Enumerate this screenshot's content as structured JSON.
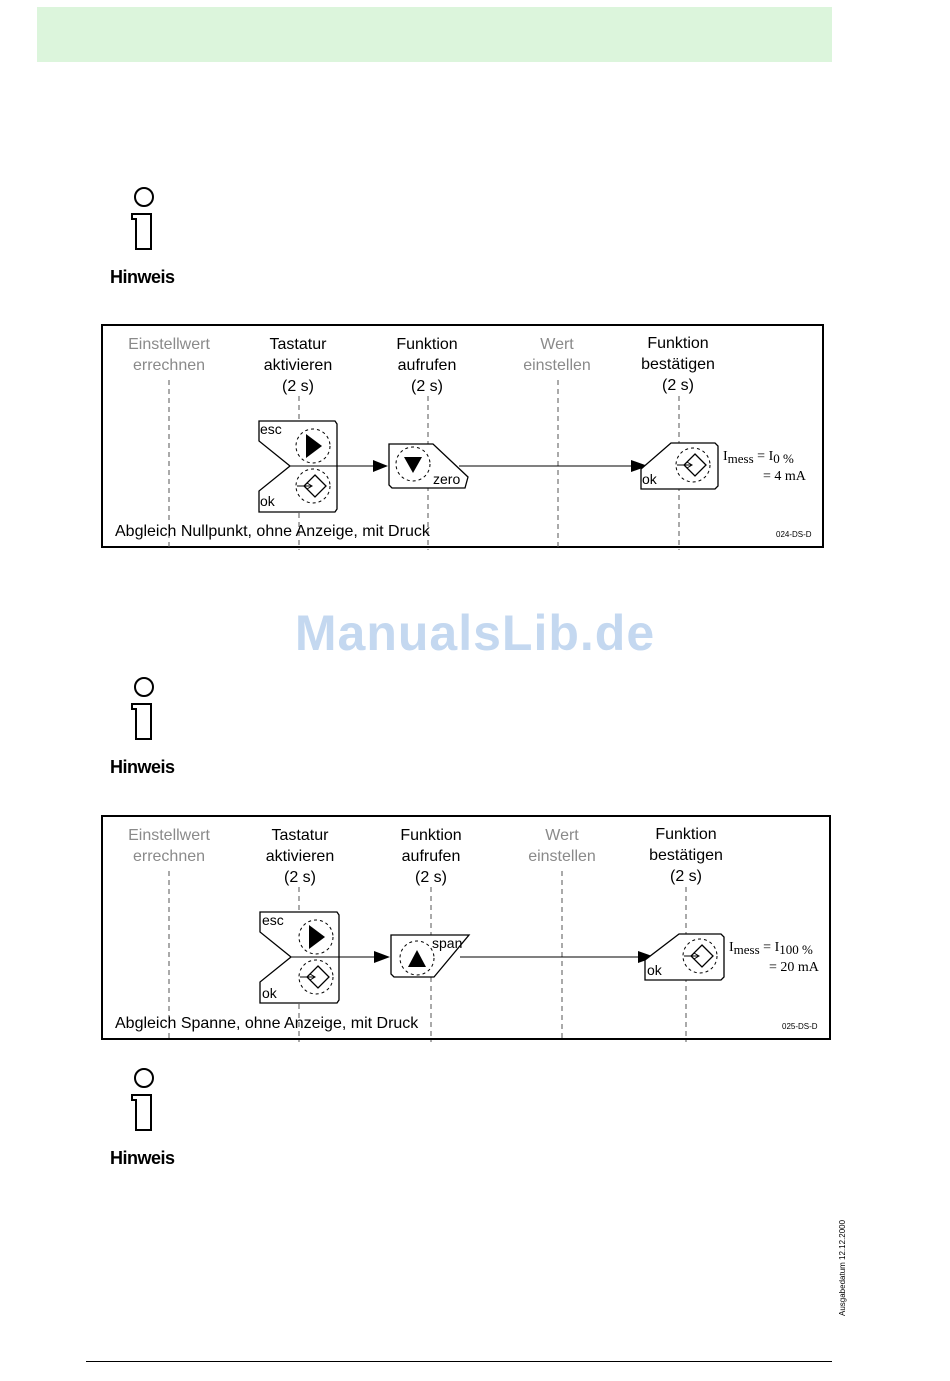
{
  "hinweis_label": "Hinweis",
  "diagram1": {
    "columns": [
      {
        "line1": "Einstellwert",
        "line2": "errechnen",
        "line3": ""
      },
      {
        "line1": "Tastatur",
        "line2": "aktivieren",
        "line3": "(2 s)"
      },
      {
        "line1": "Funktion",
        "line2": "aufrufen",
        "line3": "(2 s)"
      },
      {
        "line1": "Wert",
        "line2": "einstellen",
        "line3": ""
      },
      {
        "line1": "Funktion",
        "line2": "bestätigen",
        "line3": "(2 s)"
      }
    ],
    "key_esc": "esc",
    "key_ok": "ok",
    "key_function": "zero",
    "key_confirm": "ok",
    "formula_lhs": "I",
    "formula_lhs_sub": "mess",
    "formula_rhs": "= I",
    "formula_rhs_sub": "0 %",
    "formula_value": "= 4 mA",
    "caption": "Abgleich Nullpunkt, ohne Anzeige, mit Druck",
    "code": "024-DS-D"
  },
  "diagram2": {
    "columns": [
      {
        "line1": "Einstellwert",
        "line2": "errechnen",
        "line3": ""
      },
      {
        "line1": "Tastatur",
        "line2": "aktivieren",
        "line3": "(2 s)"
      },
      {
        "line1": "Funktion",
        "line2": "aufrufen",
        "line3": "(2 s)"
      },
      {
        "line1": "Wert",
        "line2": "einstellen",
        "line3": ""
      },
      {
        "line1": "Funktion",
        "line2": "bestätigen",
        "line3": "(2 s)"
      }
    ],
    "key_esc": "esc",
    "key_ok": "ok",
    "key_function": "span",
    "key_confirm": "ok",
    "formula_lhs": "I",
    "formula_lhs_sub": "mess",
    "formula_rhs": "= I",
    "formula_rhs_sub": "100 %",
    "formula_value": "= 20 mA",
    "caption": "Abgleich Spanne, ohne Anzeige, mit Druck",
    "code": "025-DS-D"
  },
  "watermark": "ManualsLib.de",
  "issue_date": "Ausgabedatum 12.12.2000",
  "colors": {
    "header_band": "#dcf5dc",
    "watermark": "#c4d8f0",
    "gray_label": "#8a8a8a"
  }
}
